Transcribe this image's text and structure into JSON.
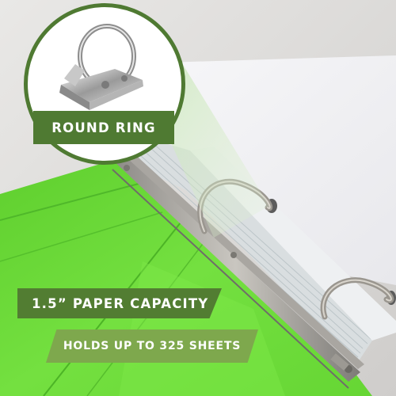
{
  "callout": {
    "label": "ROUND RING",
    "icon": "round-ring-mechanism-icon"
  },
  "banners": {
    "capacity": "1.5” PAPER CAPACITY",
    "sheets": "HOLDS UP TO 325 SHEETS"
  },
  "colors": {
    "binder_green": "#6fdc3c",
    "banner_dark_green": "#527d32",
    "banner_light_green": "#7ea84d",
    "paper_white": "#f4f4f6"
  }
}
